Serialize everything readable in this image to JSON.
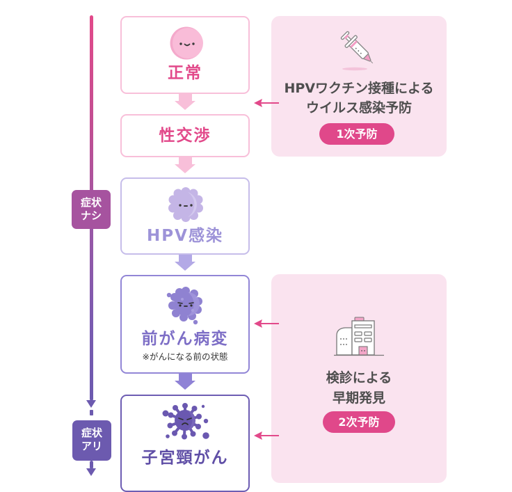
{
  "timeline": {
    "badges": [
      {
        "line1": "症状",
        "line2": "ナシ"
      },
      {
        "line1": "症状",
        "line2": "アリ"
      }
    ]
  },
  "stages": [
    {
      "label": "正常",
      "icon": "smiling-cell-icon"
    },
    {
      "label": "性交渉"
    },
    {
      "label": "HPV感染",
      "icon": "hpv-virus-icon"
    },
    {
      "label": "前がん病変",
      "note": "※がんになる前の状態",
      "icon": "precancer-virus-icon"
    },
    {
      "label": "子宮頸がん",
      "icon": "cancer-virus-icon"
    }
  ],
  "prevention": [
    {
      "icon": "syringe-icon",
      "lines": [
        "HPVワクチン接種による",
        "ウイルス感染予防"
      ],
      "badge": "1次予防"
    },
    {
      "icon": "hospital-building-icon",
      "lines": [
        "検診による",
        "早期発見"
      ],
      "badge": "2次予防"
    }
  ],
  "colors": {
    "accent_pink": "#e2498a",
    "light_pink": "#f8bfd9",
    "panel_bg": "#fae3ef",
    "lavender": "#c6bdea",
    "purple": "#9286d6",
    "deep_purple": "#6d5db3",
    "symptom_none_badge": "#a6539f",
    "symptom_present_badge": "#6c5aaf"
  }
}
